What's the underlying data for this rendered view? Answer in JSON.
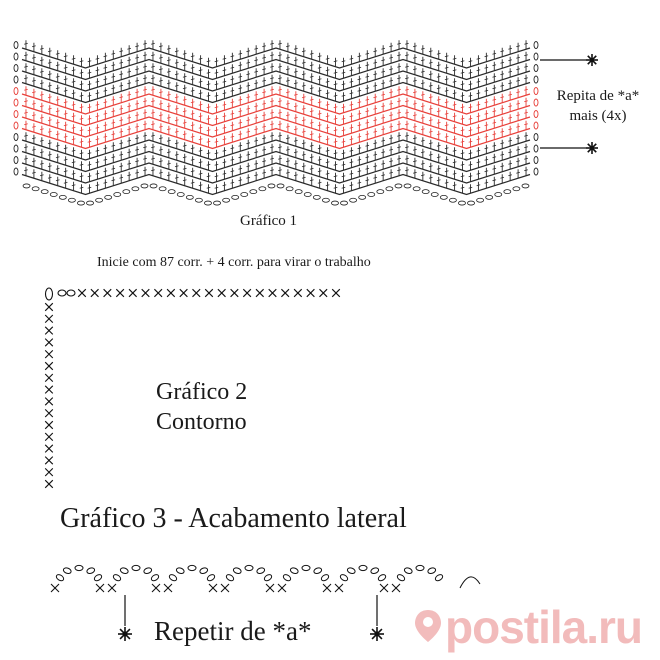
{
  "chart1": {
    "title": "Gráfico 1",
    "repeat_note_line1": "Repita de *a*",
    "repeat_note_line2": "mais (4x)",
    "accent_color": "#e8403a",
    "stitch_color": "#2a2a2a"
  },
  "chart2": {
    "start_note": "Inicie com 87 corr. + 4 corr. para virar o trabalho",
    "title_line1": "Gráfico 2",
    "title_line2": "Contorno"
  },
  "chart3": {
    "title": "Gráfico 3 - Acabamento lateral",
    "repeat_label": "Repetir de *a*"
  },
  "watermark": {
    "text": "postila.ru",
    "color": "#f0b0b0"
  }
}
